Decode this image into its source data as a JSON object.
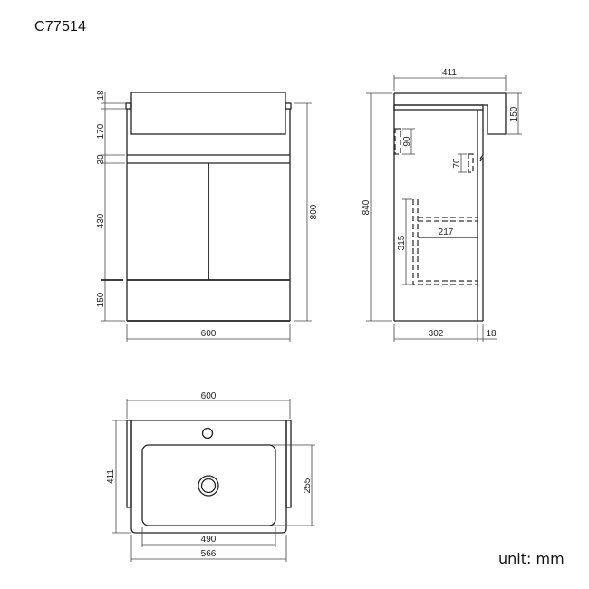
{
  "header": {
    "product_code": "C77514"
  },
  "footer": {
    "unit_label": "unit: mm"
  },
  "front_view": {
    "dims": {
      "top_18": "18",
      "basin_170": "170",
      "rail_30": "30",
      "doors_430": "430",
      "plinth_150": "150",
      "height_800": "800",
      "width_600": "600"
    }
  },
  "side_view": {
    "dims": {
      "depth_411": "411",
      "basin_150": "150",
      "hinge_90": "90",
      "handle_70": "70",
      "height_840": "840",
      "shelf_315": "315",
      "shelf_217": "217",
      "body_302": "302",
      "door_18": "18"
    }
  },
  "top_view": {
    "dims": {
      "width_600": "600",
      "depth_411": "411",
      "bowl_255": "255",
      "bowl_490": "490",
      "basin_566": "566"
    }
  },
  "colors": {
    "line": "#222222",
    "dim_line": "#444444",
    "background": "#ffffff"
  }
}
